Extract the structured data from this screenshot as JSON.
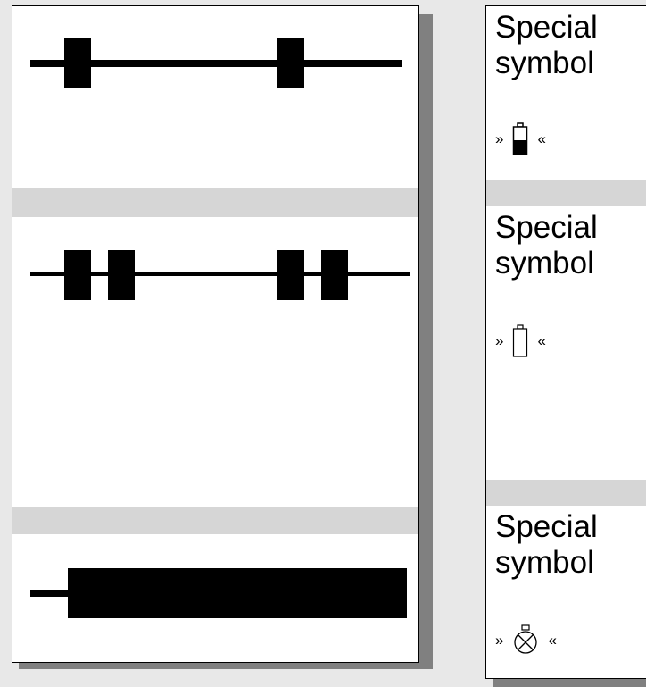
{
  "symbol_cells": [
    {
      "label": "Special\nsymbol",
      "open_quote": "»",
      "close_quote": "«",
      "icon": "battery-half-full-icon"
    },
    {
      "label": "Special\nsymbol",
      "open_quote": "»",
      "close_quote": "«",
      "icon": "battery-empty-icon"
    },
    {
      "label": "Special\nsymbol",
      "open_quote": "»",
      "close_quote": "«",
      "icon": "lamp-cross-icon"
    }
  ],
  "colors": {
    "background": "#e8e8e8",
    "separator": "#d6d6d6",
    "shadow": "#808080",
    "ink": "#000000"
  }
}
